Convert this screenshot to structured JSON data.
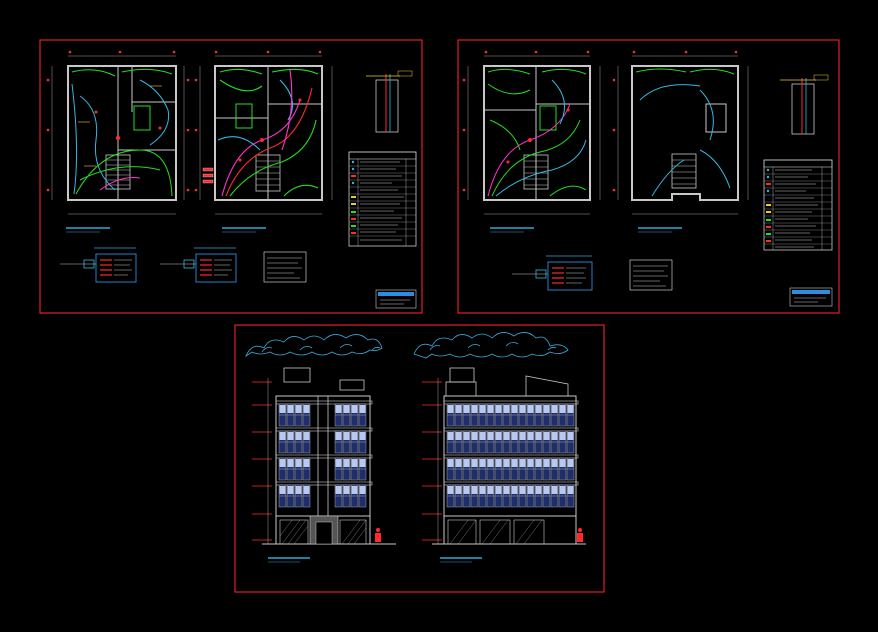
{
  "colors": {
    "background": "#000000",
    "sheet_border": "#e0202a",
    "wall": "#c8c8c8",
    "circuit_green": "#22dd22",
    "circuit_cyan": "#33b8e0",
    "circuit_magenta": "#ff33cc",
    "circuit_red": "#ff2a2a",
    "annotation_yellow": "#e8d020",
    "note_cyan": "#2fa8d8",
    "cloud_cyan": "#3aa8d8",
    "glass_light": "#b8c8ee",
    "glass_dark": "#1f2e6a",
    "title_block_blue": "#2a8fe0"
  },
  "sheets": [
    {
      "id": "sheet-1",
      "content": "electrical-plans-a"
    },
    {
      "id": "sheet-2",
      "content": "electrical-plans-b"
    },
    {
      "id": "sheet-3",
      "content": "elevations"
    }
  ],
  "icons": [
    "tree-cloud-icon",
    "human-scale-figure-icon",
    "stair-icon",
    "north-arrow-icon"
  ]
}
